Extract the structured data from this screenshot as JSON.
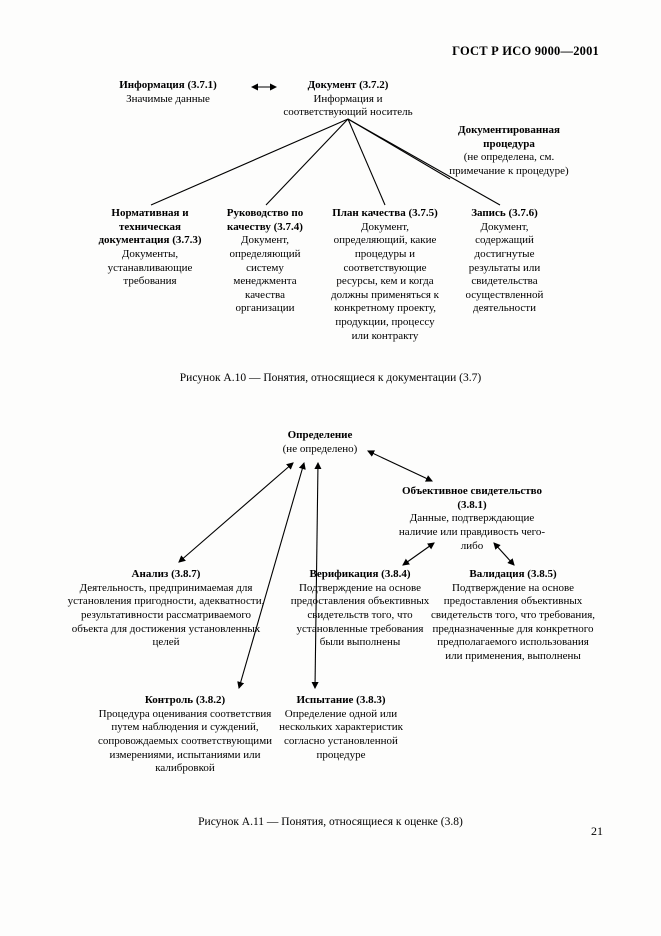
{
  "page": {
    "header": "ГОСТ Р ИСО 9000—2001",
    "page_number": "21"
  },
  "fig10": {
    "information": {
      "title": "Информация (3.7.1)",
      "desc": "Значимые данные"
    },
    "document": {
      "title": "Документ (3.7.2)",
      "desc": "Информация и соответствующий носитель"
    },
    "documented_procedure": {
      "title": "Документированная процедура",
      "desc": "(не определена, см. примечание к процедуре)"
    },
    "normative_docs": {
      "title": "Нормативная и техническая документация (3.7.3)",
      "desc": "Документы, устанавливающие требования"
    },
    "quality_manual": {
      "title": "Руководство по качеству (3.7.4)",
      "desc": "Документ, определяющий систему менеджмента качества организации"
    },
    "quality_plan": {
      "title": "План качества (3.7.5)",
      "desc": "Документ, определяющий, какие процедуры и соответствующие ресурсы, кем и когда должны применяться к конкретному проекту, продукции, процессу или контракту"
    },
    "record": {
      "title": "Запись (3.7.6)",
      "desc": "Документ, содержащий достигнутые результаты или свидетельства осуществленной деятельности"
    },
    "caption": "Рисунок А.10 — Понятия, относящиеся к документации (3.7)"
  },
  "fig11": {
    "determination": {
      "title": "Определение",
      "desc": "(не определено)"
    },
    "objective_evidence": {
      "title": "Объективное свидетельство (3.8.1)",
      "desc": "Данные, подтверждающие наличие или правдивость чего-либо"
    },
    "review": {
      "title": "Анализ (3.8.7)",
      "desc": "Деятельность, предпринимаемая для установления пригодности, адекватности, результативности рассматриваемого объекта для достижения установленных целей"
    },
    "verification": {
      "title": "Верификация (3.8.4)",
      "desc": "Подтверждение на основе предоставления объективных свидетельств того, что установленные требования были выполнены"
    },
    "validation": {
      "title": "Валидация (3.8.5)",
      "desc": "Подтверждение на основе предоставления объективных свидетельств того, что требования, предназначенные для конкретного предполагаемого использования или применения, выполнены"
    },
    "inspection": {
      "title": "Контроль (3.8.2)",
      "desc": "Процедура оценивания соответствия путем наблюдения и суждений, сопровождаемых соответствующими измерениями, испытаниями или калибровкой"
    },
    "test": {
      "title": "Испытание (3.8.3)",
      "desc": "Определение одной или нескольких характеристик согласно установленной процедуре"
    },
    "caption": "Рисунок А.11 — Понятия, относящиеся к оценке (3.8)"
  }
}
